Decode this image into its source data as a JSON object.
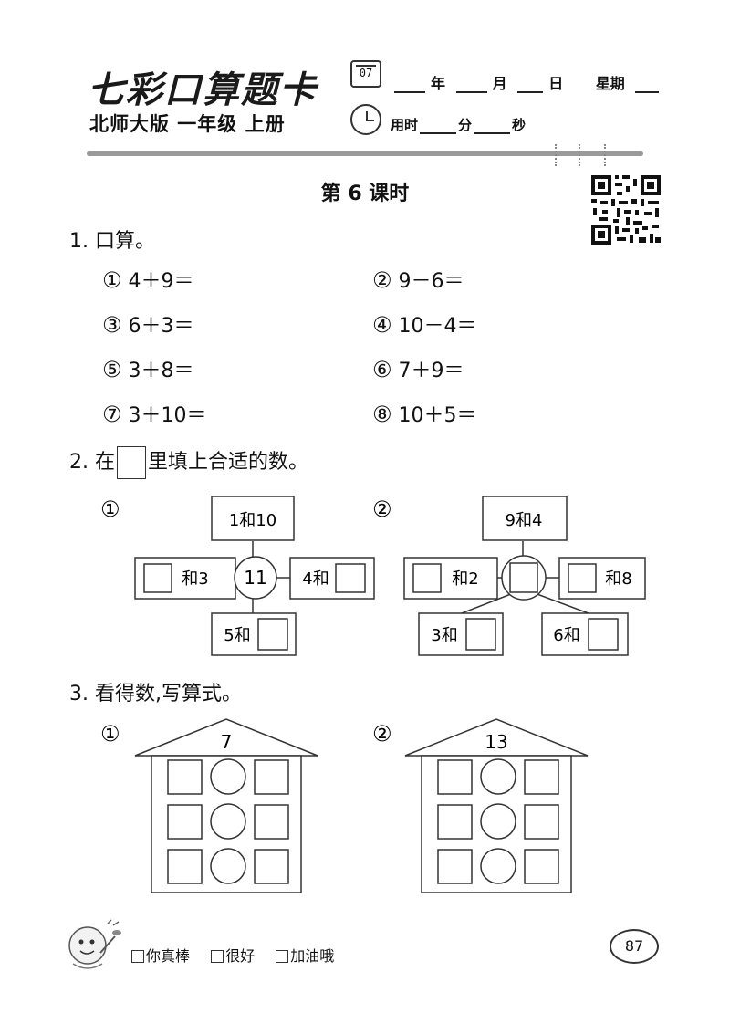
{
  "header": {
    "brand": "七彩口算题卡",
    "calendar_text": "07",
    "date_line": {
      "year": "年",
      "month": "月",
      "day": "日",
      "weekday": "星期"
    },
    "subtitle": "北师大版  一年级  上册",
    "time_line": {
      "label": "用时",
      "min": "分",
      "sec": "秒"
    }
  },
  "lesson_title": "第 6 课时",
  "section1": {
    "title": "1. 口算。",
    "problems": [
      {
        "num": "①",
        "expr": "4＋9＝"
      },
      {
        "num": "②",
        "expr": "9－6＝"
      },
      {
        "num": "③",
        "expr": "6＋3＝"
      },
      {
        "num": "④",
        "expr": "10－4＝"
      },
      {
        "num": "⑤",
        "expr": "3＋8＝"
      },
      {
        "num": "⑥",
        "expr": "7＋9＝"
      },
      {
        "num": "⑦",
        "expr": "3＋10＝"
      },
      {
        "num": "⑧",
        "expr": "10＋5＝"
      }
    ]
  },
  "section2": {
    "title_pre": "2. 在",
    "title_post": "里填上合适的数。",
    "d1": {
      "num": "①",
      "top": "1和10",
      "center": "11",
      "left": "和3",
      "right": "4和",
      "bottom": "5和"
    },
    "d2": {
      "num": "②",
      "top": "9和4",
      "left": "和2",
      "right": "和8",
      "bl": "3和",
      "br": "6和"
    }
  },
  "section3": {
    "title": "3. 看得数,写算式。",
    "house1": {
      "num": "①",
      "value": "7"
    },
    "house2": {
      "num": "②",
      "value": "13"
    }
  },
  "footer": {
    "rating": [
      "你真棒",
      "很好",
      "加油哦"
    ],
    "page": "87"
  }
}
